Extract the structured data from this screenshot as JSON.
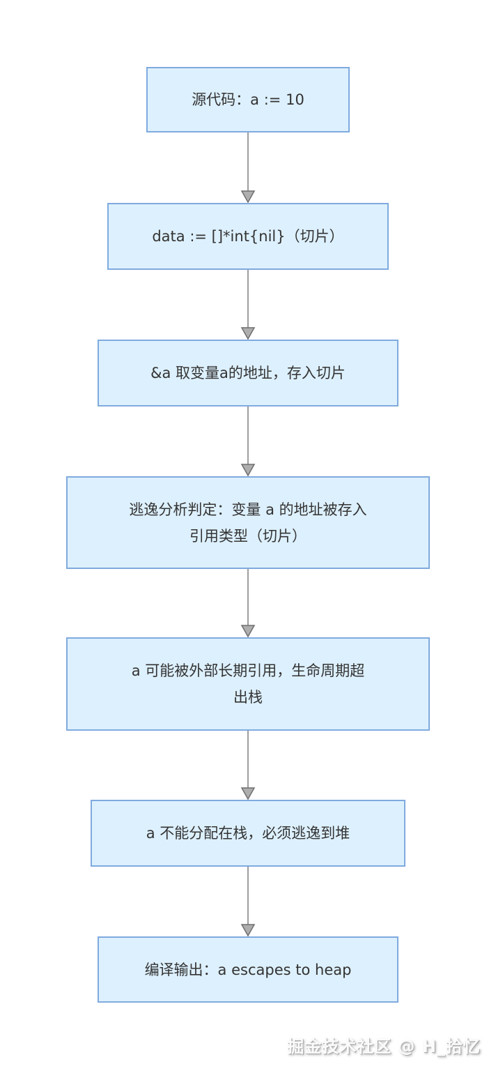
{
  "flowchart": {
    "nodes": [
      {
        "id": "source-code",
        "text": "源代码：a := 10"
      },
      {
        "id": "slice-declaration",
        "text": "data := []*int{nil}（切片）"
      },
      {
        "id": "take-address",
        "text": "&a 取变量a的地址，存入切片"
      },
      {
        "id": "escape-judgement",
        "text": "逃逸分析判定：变量 a 的地址被存入\n引用类型（切片）"
      },
      {
        "id": "lifetime-beyond-stack",
        "text": "a 可能被外部长期引用，生命周期超\n出栈"
      },
      {
        "id": "must-escape-to-heap",
        "text": "a 不能分配在栈，必须逃逸到堆"
      },
      {
        "id": "compiler-output",
        "text": "编译输出：a escapes to heap"
      }
    ]
  },
  "watermark": {
    "text": "掘金技术社区 @ H_拾忆"
  },
  "colors": {
    "node_fill": "#ddf0fd",
    "node_border": "#7faadf",
    "node_text": "#333333",
    "arrow": "#9e9e9e",
    "background": "#ffffff"
  }
}
